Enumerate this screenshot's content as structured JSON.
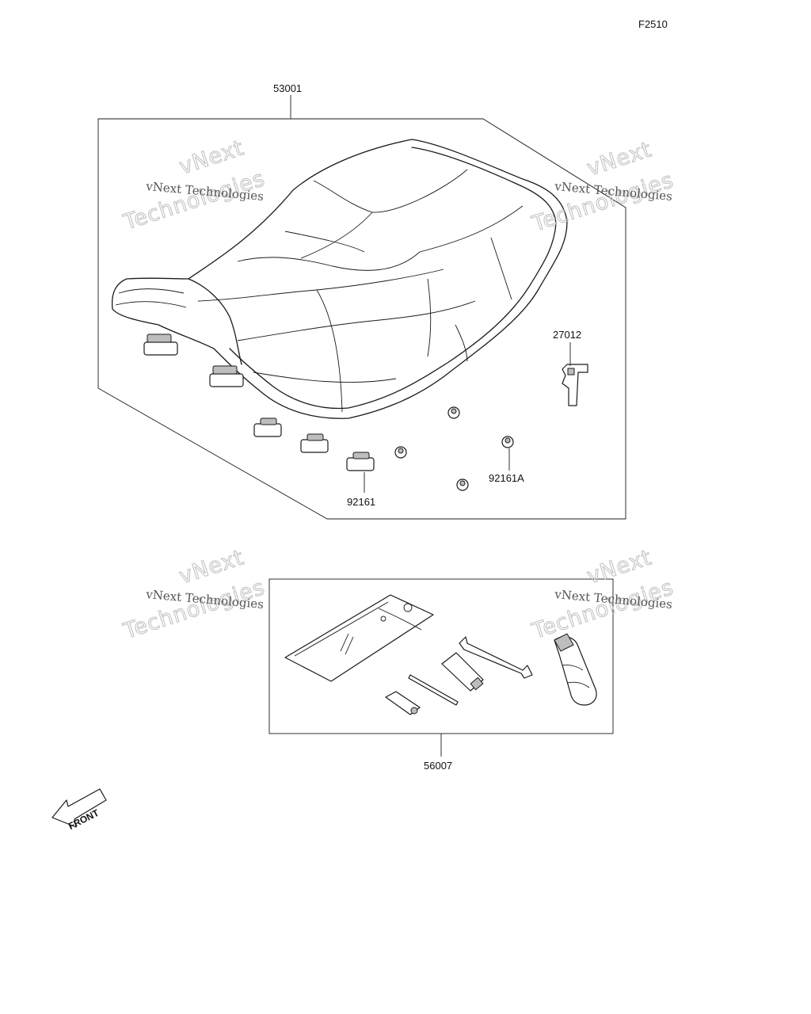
{
  "figure_code": "F2510",
  "parts": {
    "seat_assembly": "53001",
    "bracket": "27012",
    "damper_block": "92161",
    "damper_grommet": "92161A",
    "tool_kit": "56007"
  },
  "watermark": {
    "line_small": "vNext Technologies",
    "line_big_1": "vNext",
    "line_big_2": "Technologies"
  },
  "front_arrow_label": "FRONT"
}
